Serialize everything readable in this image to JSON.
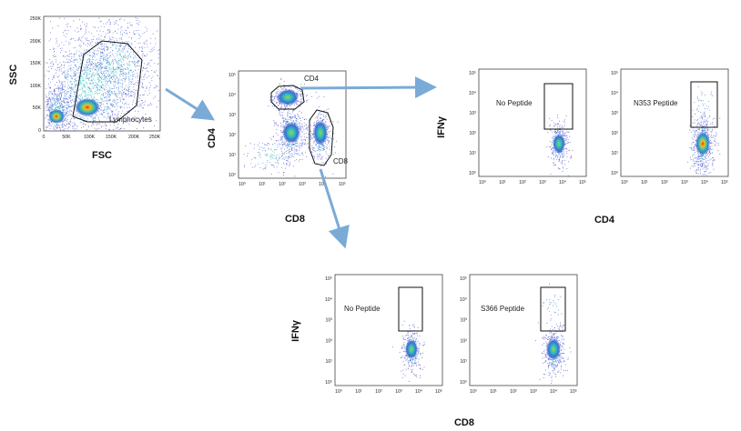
{
  "colors": {
    "arrow": "#7aabd6",
    "density_low": "#3a3fbf",
    "density_mid": "#30c0c0",
    "density_high": "#f0c020",
    "density_peak": "#e83020"
  },
  "scatter_fsc_ssc": {
    "x_title": "FSC",
    "y_title": "SSC",
    "x_ticks": [
      "0",
      "50K",
      "100K",
      "150K",
      "200K",
      "250K"
    ],
    "y_ticks": [
      "0",
      "50K",
      "100K",
      "150K",
      "200K",
      "250K"
    ],
    "gate_label": "Lymphocytes"
  },
  "scatter_cd4_cd8": {
    "x_title": "CD8",
    "y_title": "CD4",
    "x_ticks": [
      "10⁰",
      "10¹",
      "10²",
      "10³",
      "10⁴",
      "10⁵"
    ],
    "y_ticks": [
      "10⁰",
      "10¹",
      "10²",
      "10³",
      "10⁴",
      "10⁵"
    ],
    "gate_cd4": "CD4",
    "gate_cd8": "CD8"
  },
  "cd4_panels": {
    "shared_x_title": "CD4",
    "y_title": "IFNγ",
    "ticks": [
      "10⁰",
      "10¹",
      "10²",
      "10³",
      "10⁴",
      "10⁵"
    ],
    "panels": [
      {
        "label": "No Peptide"
      },
      {
        "label": "N353 Peptide"
      }
    ]
  },
  "cd8_panels": {
    "shared_x_title": "CD8",
    "y_title": "IFNγ",
    "ticks": [
      "10⁰",
      "10¹",
      "10²",
      "10³",
      "10⁴",
      "10⁵"
    ],
    "panels": [
      {
        "label": "No Peptide"
      },
      {
        "label": "S366 Peptide"
      }
    ]
  }
}
